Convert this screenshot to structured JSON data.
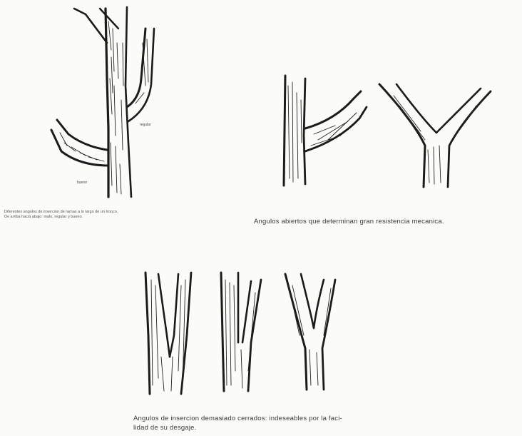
{
  "labels": {
    "regular": "regular",
    "bueno": "bueno"
  },
  "captions": {
    "top_left_line1": "Diferentes angulos de insercion de ramas a lo largo de un tronco.",
    "top_left_line2": "De arriba hacia abajo: malo, regular y bueno.",
    "top_right": "Angulos abiertos que determinan gran resistencia mecanica.",
    "bottom_line1": "Angulos de insercion demasiado cerrados: indeseables por la faci-",
    "bottom_line2": "lidad de su desgaje."
  }
}
